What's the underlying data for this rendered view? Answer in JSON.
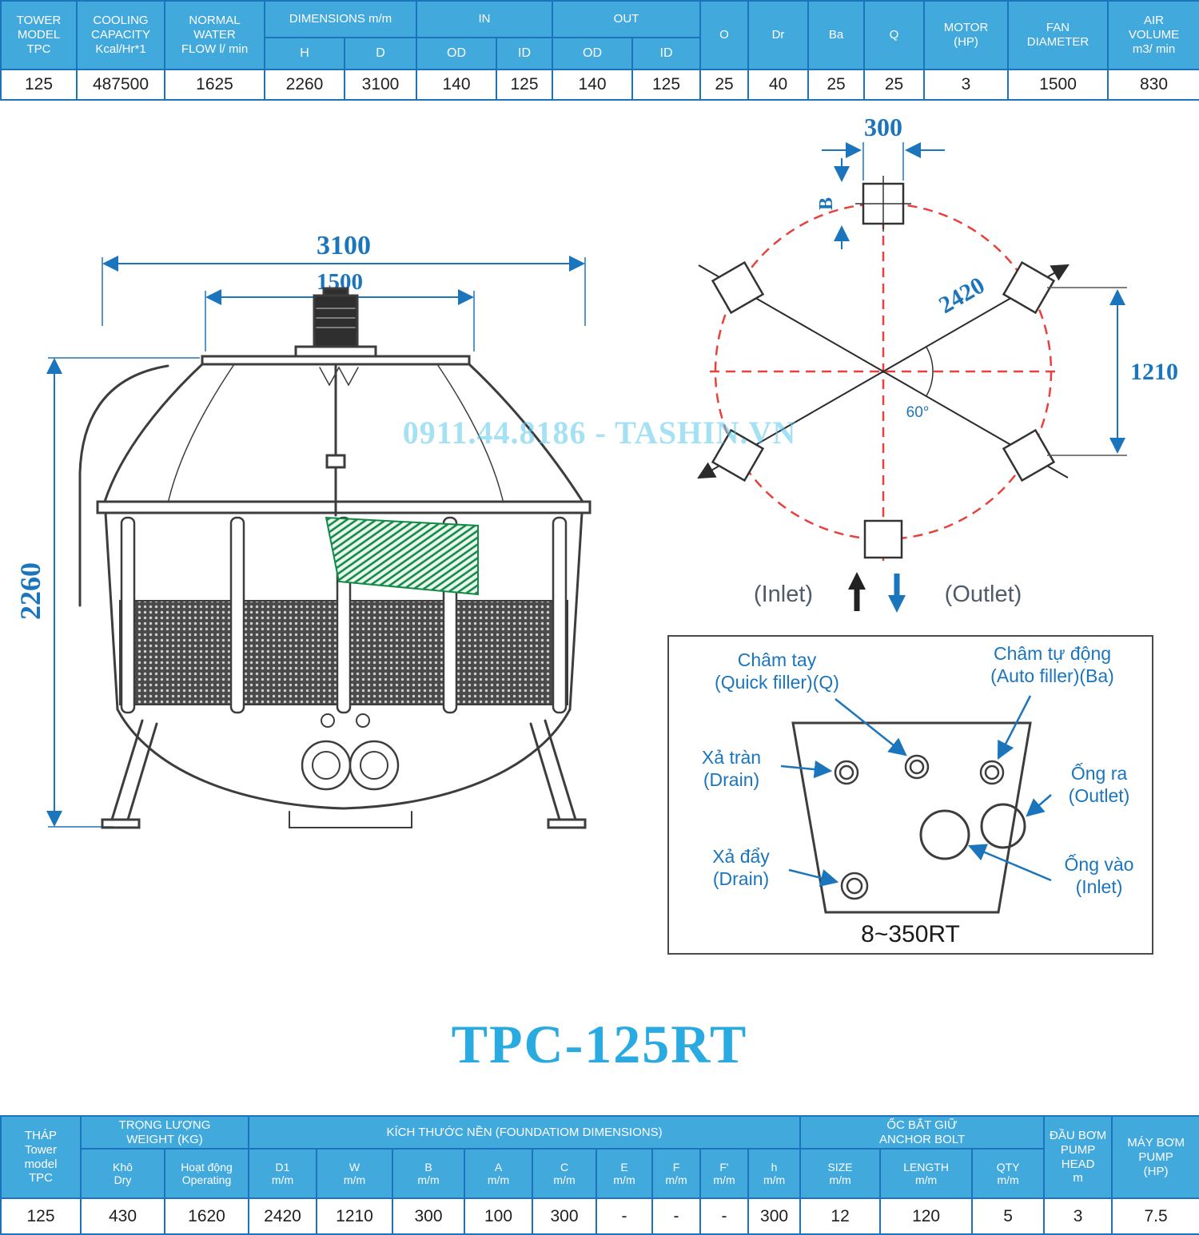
{
  "page": {
    "title": "TPC-125RT",
    "watermark": "0911.44.8186 - TASHIN.VN"
  },
  "colors": {
    "header_bg": "#42A9DD",
    "table_border": "#1C75BC",
    "dimension_blue": "#1B75BC",
    "title_cyan": "#29ABE2",
    "red_dashed": "#E8413D",
    "media_green": "#128A46"
  },
  "spec_table": {
    "group_headers": {
      "tower_model": "TOWER\nMODEL\nTPC",
      "cooling_capacity": "COOLING\nCAPACITY\nKcal/Hr*1",
      "normal_water_flow": "NORMAL\nWATER\nFLOW l/ min",
      "dimensions": "DIMENSIONS m/m",
      "in": "IN",
      "out": "OUT",
      "o": "O",
      "dr": "Dr",
      "ba": "Ba",
      "q": "Q",
      "motor": "MOTOR\n(HP)",
      "fan_diameter": "FAN\nDIAMETER",
      "air_volume": "AIR\nVOLUME\nm3/ min"
    },
    "sub_headers": [
      "H",
      "D",
      "OD",
      "ID",
      "OD",
      "ID"
    ],
    "values": [
      "125",
      "487500",
      "1625",
      "2260",
      "3100",
      "140",
      "125",
      "140",
      "125",
      "25",
      "40",
      "25",
      "25",
      "3",
      "1500",
      "830"
    ]
  },
  "front_view": {
    "dim_width_outer": "3100",
    "dim_width_inner": "1500",
    "dim_height": "2260"
  },
  "top_view": {
    "dim_pad": "300",
    "dim_bolt_b": "B",
    "dim_diagonal": "2420",
    "dim_half": "1210",
    "dim_angle": "60°",
    "inlet_label": "(Inlet)",
    "outlet_label": "(Outlet)"
  },
  "connection_detail": {
    "quick_filler": "Châm tay\n(Quick filler)(Q)",
    "auto_filler": "Châm tự động\n(Auto filler)(Ba)",
    "overflow_drain": "Xả tràn\n(Drain)",
    "outlet": "Ống ra\n(Outlet)",
    "bottom_drain": "Xả đẩy\n(Drain)",
    "inlet": "Ống vào\n(Inlet)",
    "range_label": "8~350RT"
  },
  "foundation_table": {
    "group_headers": {
      "tower_model": "THÁP\nTower\nmodel\nTPC",
      "weight": "TRỌNG LƯỢNG\nWEIGHT (KG)",
      "foundation": "KÍCH THƯỚC NỀN (FOUNDATIOM DIMENSIONS)",
      "anchor_bolt": "ỐC BẮT GIỮ\nANCHOR BOLT",
      "pump_head": "ĐẦU BƠM\nPUMP\nHEAD\nm",
      "pump": "MÁY BƠM\nPUMP\n(HP)"
    },
    "sub_headers": [
      "Khô\nDry",
      "Hoạt động\nOperating",
      "D1\nm/m",
      "W\nm/m",
      "B\nm/m",
      "A\nm/m",
      "C\nm/m",
      "E\nm/m",
      "F\nm/m",
      "F'\nm/m",
      "h\nm/m",
      "SIZE\nm/m",
      "LENGTH\nm/m",
      "QTY\nm/m"
    ],
    "values": [
      "125",
      "430",
      "1620",
      "2420",
      "1210",
      "300",
      "100",
      "300",
      "-",
      "-",
      "-",
      "300",
      "12",
      "120",
      "5",
      "3",
      "7.5"
    ]
  }
}
